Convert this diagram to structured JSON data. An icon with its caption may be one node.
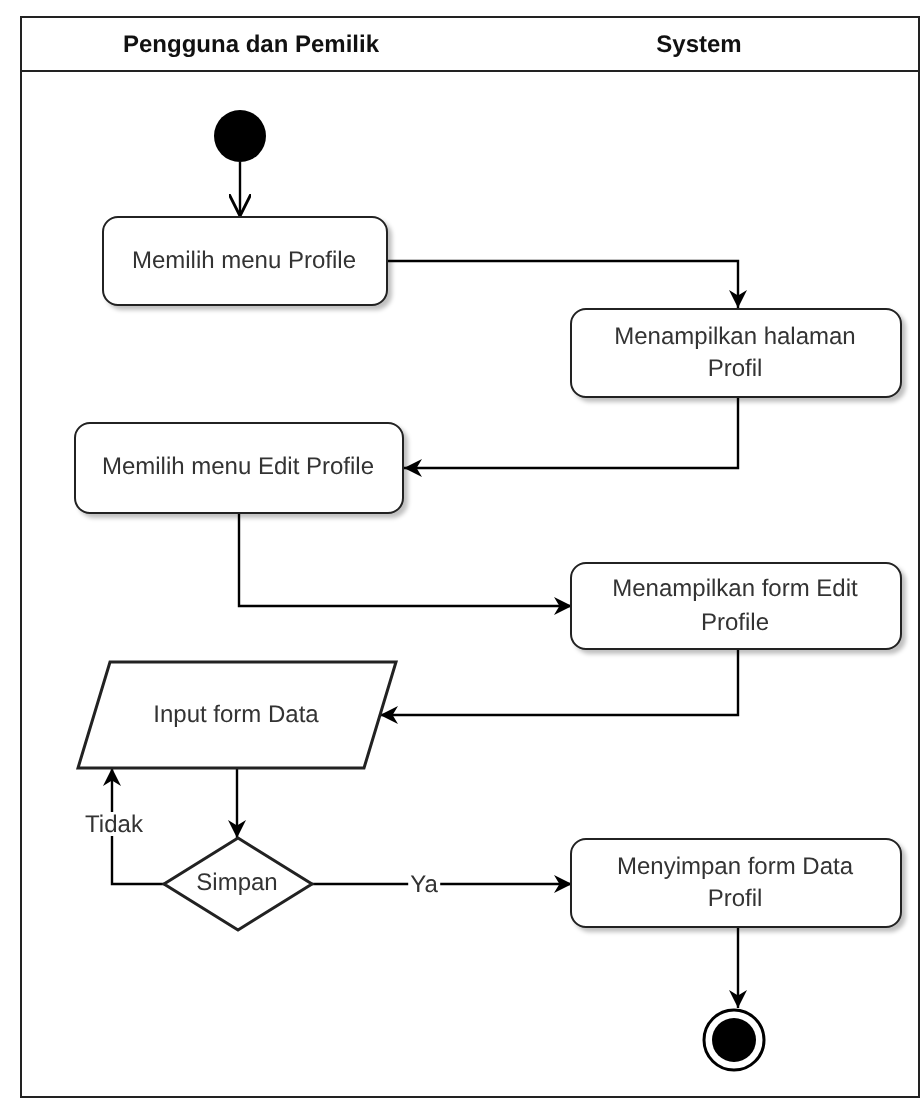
{
  "diagram": {
    "nodes": [
      {
        "text": [
          "Pengguna dan Pemilik"
        ]
      },
      {
        "text": [
          "System"
        ]
      },
      {
        "text": [],
        "shape": "circle",
        "in": 0
      },
      {
        "text": [
          "Memilih menu Profile"
        ],
        "in": 0
      },
      {
        "text": [
          "Menampilkan halaman Profil"
        ],
        "in": 1
      },
      {
        "text": [
          "Memilih menu Edit Profile"
        ],
        "in": 0
      },
      {
        "text": [
          "Menampilkan form Edit Profile"
        ],
        "in": 1
      },
      {
        "text": [
          "Input form Data"
        ],
        "in": 0
      },
      {
        "text": [
          "Simpan"
        ],
        "in": 0
      },
      {
        "text": [
          "Menyimpan form Data Profil"
        ],
        "in": 1
      },
      {
        "text": [],
        "shape": "circle",
        "in": 1
      }
    ],
    "edges": [
      {
        "from": 2,
        "to": 3,
        "arrow": "to"
      },
      {
        "from": 3,
        "to": 4,
        "arrow": "to"
      },
      {
        "from": 4,
        "to": 5,
        "arrow": "to"
      },
      {
        "from": 5,
        "to": 6,
        "arrow": "to"
      },
      {
        "from": 6,
        "to": 7,
        "arrow": "to"
      },
      {
        "from": 7,
        "to": 8,
        "arrow": "to"
      },
      {
        "from": 8,
        "to": 7,
        "arrow": "to",
        "label": "Tidak"
      },
      {
        "from": 8,
        "to": 9,
        "arrow": "to",
        "label": "Ya"
      },
      {
        "from": 9,
        "to": 10,
        "arrow": "to"
      }
    ]
  }
}
